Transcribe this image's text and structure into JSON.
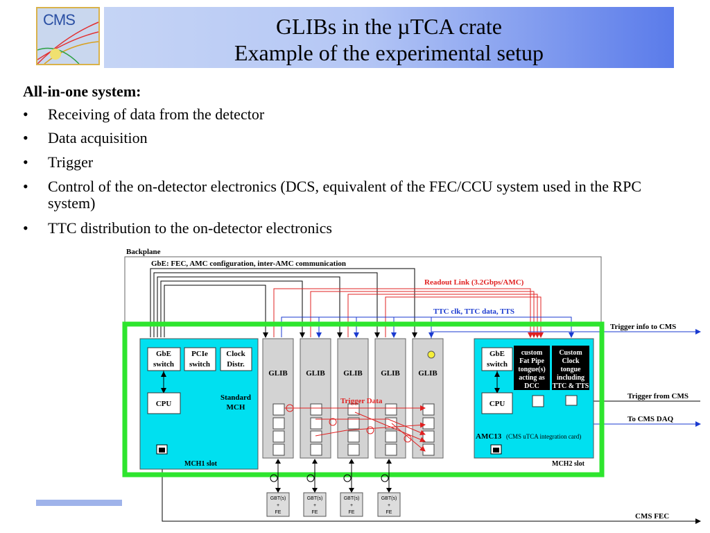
{
  "header": {
    "logo_text": "CMS",
    "title_line1": "GLIBs in the µTCA crate",
    "title_line2": "Example of the experimental setup"
  },
  "intro": "All-in-one system:",
  "bullet_glyph": "•",
  "bullets": [
    "Receiving of data from the detector",
    "Data acquisition",
    "Trigger",
    "Control of the on-detector electronics (DCS, equivalent of the FEC/CCU system used in the  RPC system)",
    "TTC distribution to the on-detector electronics"
  ],
  "diagram": {
    "backplane": "Backplane",
    "gbe_line": "GbE: FEC, AMC configuration, inter-AMC communication",
    "readout_link": "Readout Link (3.2Gbps/AMC)",
    "ttc_line": "TTC clk, TTC data, TTS",
    "trigger_info": "Trigger info to CMS",
    "trigger_from": "Trigger from CMS",
    "to_daq": "To CMS DAQ",
    "cms_fec": "CMS FEC",
    "trigger_data": "Trigger Data",
    "mch1": {
      "gbe_switch": [
        "GbE",
        "switch"
      ],
      "pcie_switch": [
        "PCIe",
        "switch"
      ],
      "clock_distr": [
        "Clock",
        "Distr."
      ],
      "cpu": "CPU",
      "standard_mch": [
        "Standard",
        "MCH"
      ],
      "slot": "MCH1 slot"
    },
    "glib_label": "GLIB",
    "glibs": [
      "GLIB",
      "GLIB",
      "GLIB",
      "GLIB",
      "GLIB"
    ],
    "gbt_label": [
      "GBT(s)",
      "+",
      "FE"
    ],
    "amc13": {
      "gbe_switch": [
        "GbE",
        "switch"
      ],
      "cpu": "CPU",
      "fat_pipe": [
        "custom",
        "Fat Pipe",
        "tongue(s)",
        "acting as",
        "DCC"
      ],
      "clock_tongue": [
        "Custom",
        "Clock",
        "tongue",
        "including",
        "TTC & TTS"
      ],
      "name": "AMC13",
      "subtitle": "(CMS uTCA integration card)",
      "slot": "MCH2 slot"
    }
  },
  "colors": {
    "green_frame": "#2ee52e",
    "cyan": "#00e0f0",
    "glib_gray": "#d3d3d3",
    "red": "#e02020",
    "blue": "#1a3ad0"
  }
}
